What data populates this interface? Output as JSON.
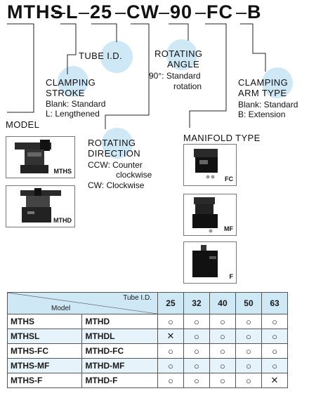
{
  "code": {
    "model": "MTHS",
    "d1": "–",
    "stroke": "L",
    "d2": "–",
    "bore": "25",
    "d3": "–",
    "direction": "CW",
    "d4": "–",
    "angle": "90",
    "d5": "–",
    "manifold": "FC",
    "d6": "–",
    "arm": "B"
  },
  "callouts": {
    "tube": "TUBE I.D.",
    "stroke_title1": "CLAMPING",
    "stroke_title2": "STROKE",
    "stroke_opt1": "Blank: Standard",
    "stroke_opt2": "L: Lengthened",
    "model_title": "MODEL",
    "dir_title1": "ROTATING",
    "dir_title2": "DIRECTION",
    "dir_opt1": "CCW: Counter",
    "dir_opt1b": "clockwise",
    "dir_opt2": "CW: Clockwise",
    "angle_title1": "ROTATING",
    "angle_title2": "ANGLE",
    "angle_opt1": "90°: Standard",
    "angle_opt1b": "rotation",
    "manifold_title": "MANIFOLD TYPE",
    "arm_title1": "CLAMPING",
    "arm_title2": "ARM TYPE",
    "arm_opt1": "Blank: Standard",
    "arm_opt2": "B: Extension"
  },
  "images": {
    "mths": "MTHS",
    "mthd": "MTHD",
    "fc": "FC",
    "mf": "MF",
    "f": "F"
  },
  "table": {
    "header_top": "Tube I.D.",
    "header_bottom": "Model",
    "sizes": [
      "25",
      "32",
      "40",
      "50",
      "63"
    ],
    "rows": [
      {
        "a": "MTHS",
        "b": "MTHD",
        "v": [
          "○",
          "○",
          "○",
          "○",
          "○"
        ]
      },
      {
        "a": "MTHSL",
        "b": "MTHDL",
        "v": [
          "✕",
          "○",
          "○",
          "○",
          "○"
        ]
      },
      {
        "a": "MTHS-FC",
        "b": "MTHD-FC",
        "v": [
          "○",
          "○",
          "○",
          "○",
          "○"
        ]
      },
      {
        "a": "MTHS-MF",
        "b": "MTHD-MF",
        "v": [
          "○",
          "○",
          "○",
          "○",
          "○"
        ]
      },
      {
        "a": "MTHS-F",
        "b": "MTHD-F",
        "v": [
          "○",
          "○",
          "○",
          "○",
          "✕"
        ]
      }
    ]
  }
}
